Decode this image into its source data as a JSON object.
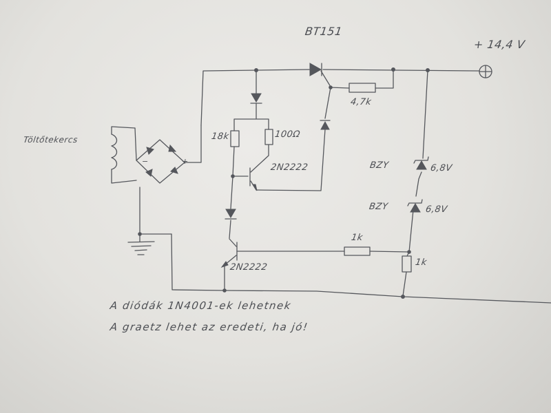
{
  "labels": {
    "scr": "BT151",
    "supply": "+ 14,4 V",
    "coil": "Töltőtekercs",
    "res_4k7": "4,7k",
    "res_18k": "18k",
    "res_100": "100Ω",
    "trans_top": "2N2222",
    "trans_bottom": "2N2222",
    "zener1_type": "BZY",
    "zener1_value": "6,8V",
    "zener2_type": "BZY",
    "zener2_value": "6,8V",
    "res_1k_horiz": "1k",
    "res_1k_vert": "1k",
    "bridge_minus": "−",
    "bridge_plus": "+"
  },
  "notes": {
    "line1": "A diódák 1N4001-ek lehetnek",
    "line2": "A graetz lehet az eredeti, ha jó!"
  },
  "colors": {
    "ink": "#55575c",
    "paper": "#e6e5e1"
  }
}
